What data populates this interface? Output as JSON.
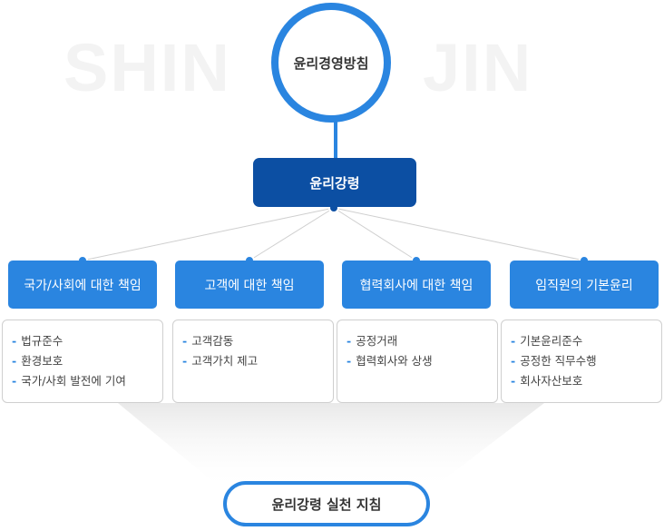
{
  "watermark": {
    "left": "SHIN",
    "right": "JIN"
  },
  "top": "윤리경영방침",
  "charter": "윤리강령",
  "categories": [
    {
      "title": "국가/사회에 대한 책임",
      "items": [
        "법규준수",
        "환경보호",
        "국가/사회 발전에 기여"
      ]
    },
    {
      "title": "고객에 대한 책임",
      "items": [
        "고객감동",
        "고객가치 제고"
      ]
    },
    {
      "title": "협력회사에 대한 책임",
      "items": [
        "공정거래",
        "협력회사와 상생"
      ]
    },
    {
      "title": "임직원의 기본윤리",
      "items": [
        "기본윤리준수",
        "공정한 직무수행",
        "회사자산보호"
      ]
    }
  ],
  "guideline": "윤리강령 실천 지침",
  "colors": {
    "primary": "#2a85e0",
    "dark": "#0c4fa3"
  }
}
